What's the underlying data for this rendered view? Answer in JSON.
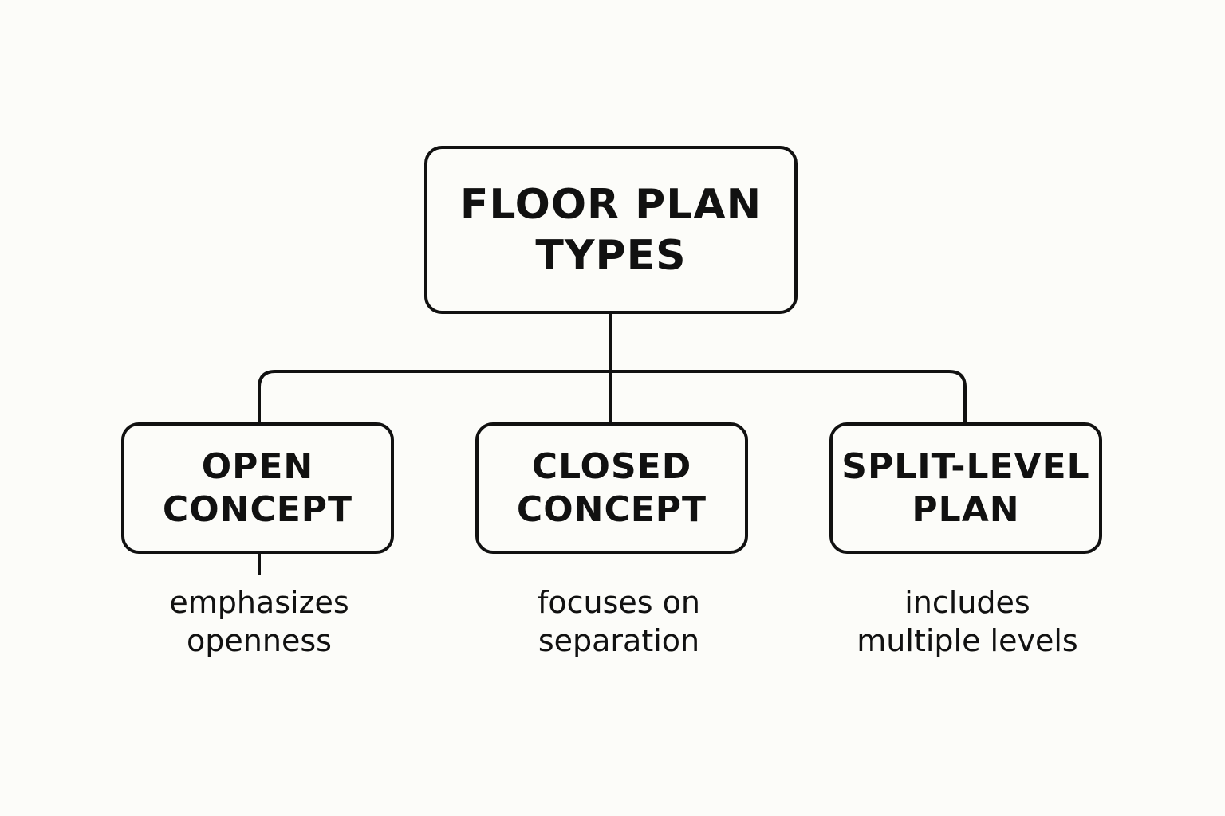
{
  "diagram": {
    "root": {
      "line1": "FLOOR PLAN",
      "line2": "TYPES"
    },
    "children": [
      {
        "line1": "OPEN",
        "line2": "CONCEPT",
        "desc1": "emphasizes",
        "desc2": "openness"
      },
      {
        "line1": "CLOSED",
        "line2": "CONCEPT",
        "desc1": "focuses on",
        "desc2": "separation"
      },
      {
        "line1": "SPLIT-LEVEL",
        "line2": "PLAN",
        "desc1": "includes",
        "desc2": "multiple levels"
      }
    ]
  }
}
